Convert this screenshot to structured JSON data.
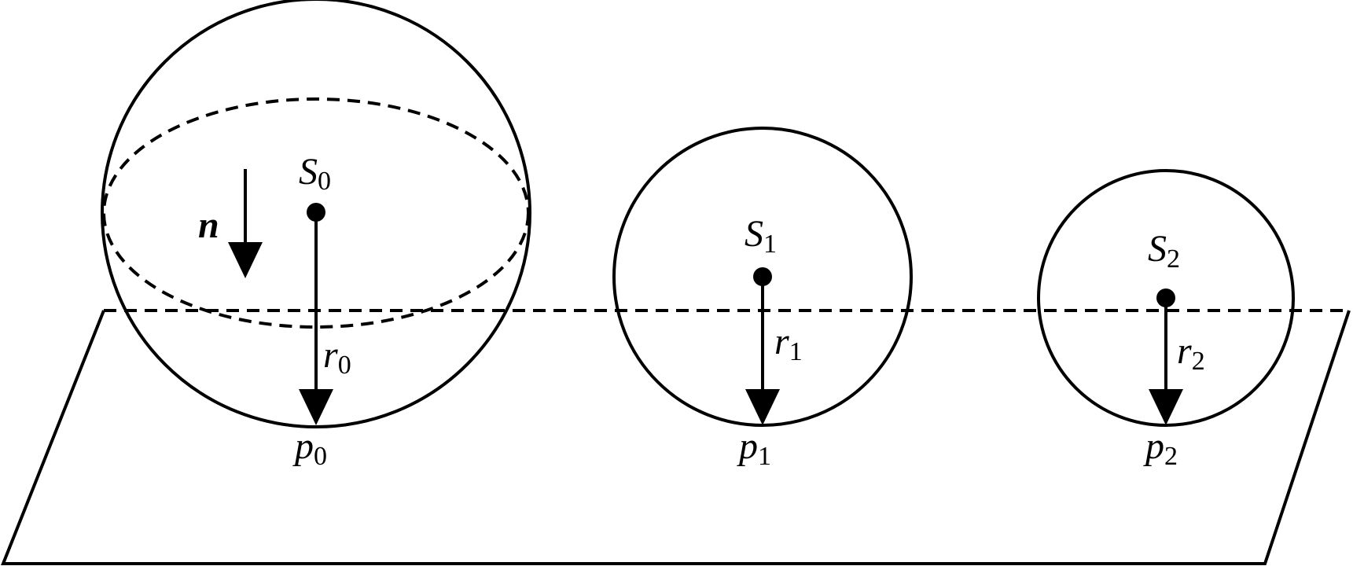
{
  "normal": {
    "main": "n"
  },
  "spheres": [
    {
      "center": {
        "main": "S",
        "sub": "0"
      },
      "radius": {
        "main": "r",
        "sub": "0"
      },
      "point": {
        "main": "p",
        "sub": "0"
      }
    },
    {
      "center": {
        "main": "S",
        "sub": "1"
      },
      "radius": {
        "main": "r",
        "sub": "1"
      },
      "point": {
        "main": "p",
        "sub": "1"
      }
    },
    {
      "center": {
        "main": "S",
        "sub": "2"
      },
      "radius": {
        "main": "r",
        "sub": "2"
      },
      "point": {
        "main": "p",
        "sub": "2"
      }
    }
  ]
}
